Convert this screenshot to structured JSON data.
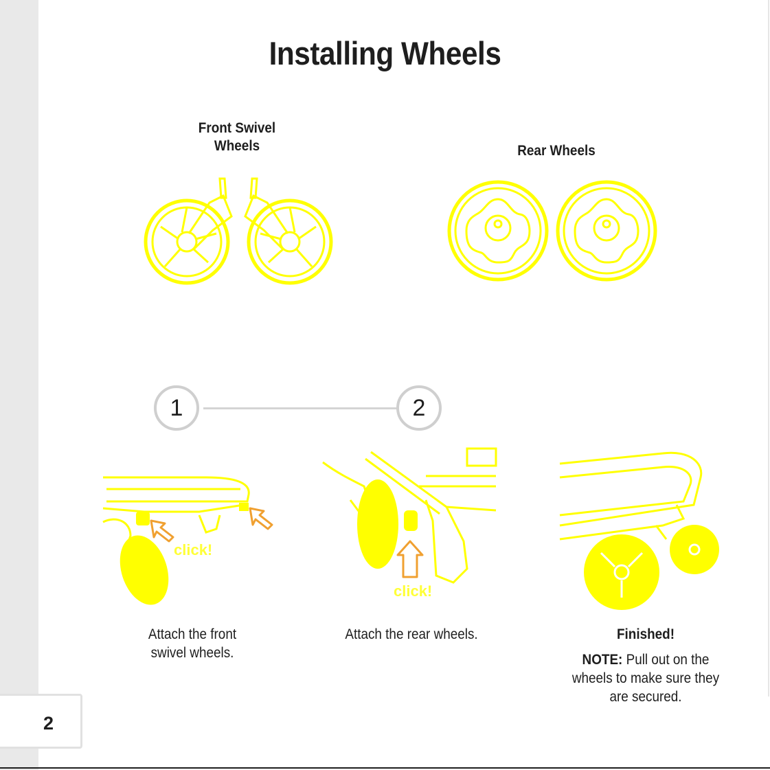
{
  "page": {
    "title": "Installing Wheels",
    "page_number": "2"
  },
  "parts": {
    "front_label_line1": "Front Swivel",
    "front_label_line2": "Wheels",
    "rear_label": "Rear Wheels"
  },
  "steps": [
    {
      "number": "1",
      "caption_line1": "Attach the front",
      "caption_line2": "swivel wheels.",
      "click": "click!"
    },
    {
      "number": "2",
      "caption_line1": "Attach the rear wheels.",
      "click": "click!"
    }
  ],
  "finished": {
    "heading": "Finished!",
    "note_label": "NOTE:",
    "note_line1": "Pull out on the",
    "note_line2": "wheels to make sure they",
    "note_line3": "are secured."
  },
  "colors": {
    "illustration_yellow": "#ffff00",
    "arrow_orange": "#f0a030",
    "text": "#1e1e1e",
    "step_circle_border": "#cfcfcf"
  }
}
